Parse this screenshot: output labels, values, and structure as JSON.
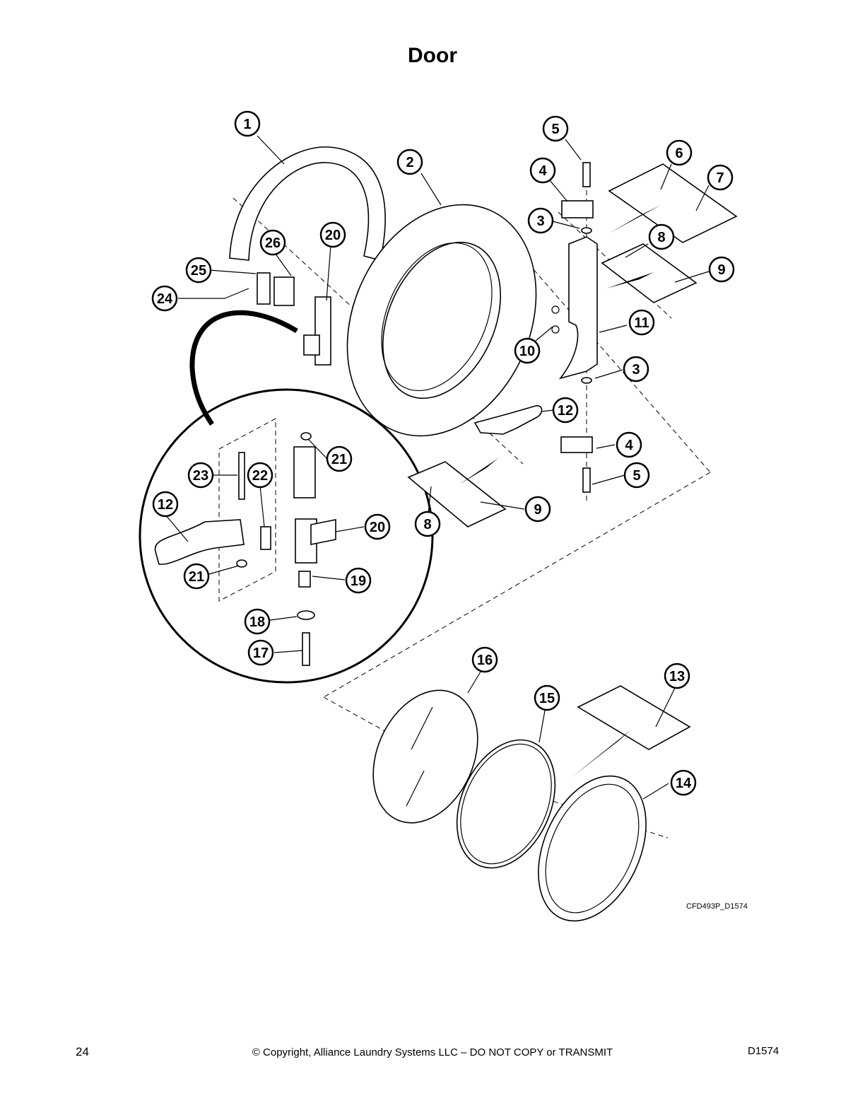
{
  "title": "Door",
  "drawing_code": "CFD493P_D1574",
  "footer": {
    "page_number": "24",
    "copyright": "© Copyright, Alliance Laundry Systems LLC – DO NOT COPY or TRANSMIT",
    "doc_id": "D1574"
  },
  "callouts": [
    {
      "id": "c1",
      "label": "1"
    },
    {
      "id": "c2",
      "label": "2"
    },
    {
      "id": "c3a",
      "label": "3"
    },
    {
      "id": "c3b",
      "label": "3"
    },
    {
      "id": "c4a",
      "label": "4"
    },
    {
      "id": "c4b",
      "label": "4"
    },
    {
      "id": "c5a",
      "label": "5"
    },
    {
      "id": "c5b",
      "label": "5"
    },
    {
      "id": "c6",
      "label": "6"
    },
    {
      "id": "c7",
      "label": "7"
    },
    {
      "id": "c8a",
      "label": "8"
    },
    {
      "id": "c8b",
      "label": "8"
    },
    {
      "id": "c9a",
      "label": "9"
    },
    {
      "id": "c9b",
      "label": "9"
    },
    {
      "id": "c10",
      "label": "10"
    },
    {
      "id": "c11",
      "label": "11"
    },
    {
      "id": "c12a",
      "label": "12"
    },
    {
      "id": "c12b",
      "label": "12"
    },
    {
      "id": "c13",
      "label": "13"
    },
    {
      "id": "c14",
      "label": "14"
    },
    {
      "id": "c15",
      "label": "15"
    },
    {
      "id": "c16",
      "label": "16"
    },
    {
      "id": "c17",
      "label": "17"
    },
    {
      "id": "c18",
      "label": "18"
    },
    {
      "id": "c19",
      "label": "19"
    },
    {
      "id": "c20a",
      "label": "20"
    },
    {
      "id": "c20b",
      "label": "20"
    },
    {
      "id": "c21a",
      "label": "21"
    },
    {
      "id": "c21b",
      "label": "21"
    },
    {
      "id": "c22",
      "label": "22"
    },
    {
      "id": "c23",
      "label": "23"
    },
    {
      "id": "c24",
      "label": "24"
    },
    {
      "id": "c25",
      "label": "25"
    },
    {
      "id": "c26",
      "label": "26"
    }
  ]
}
